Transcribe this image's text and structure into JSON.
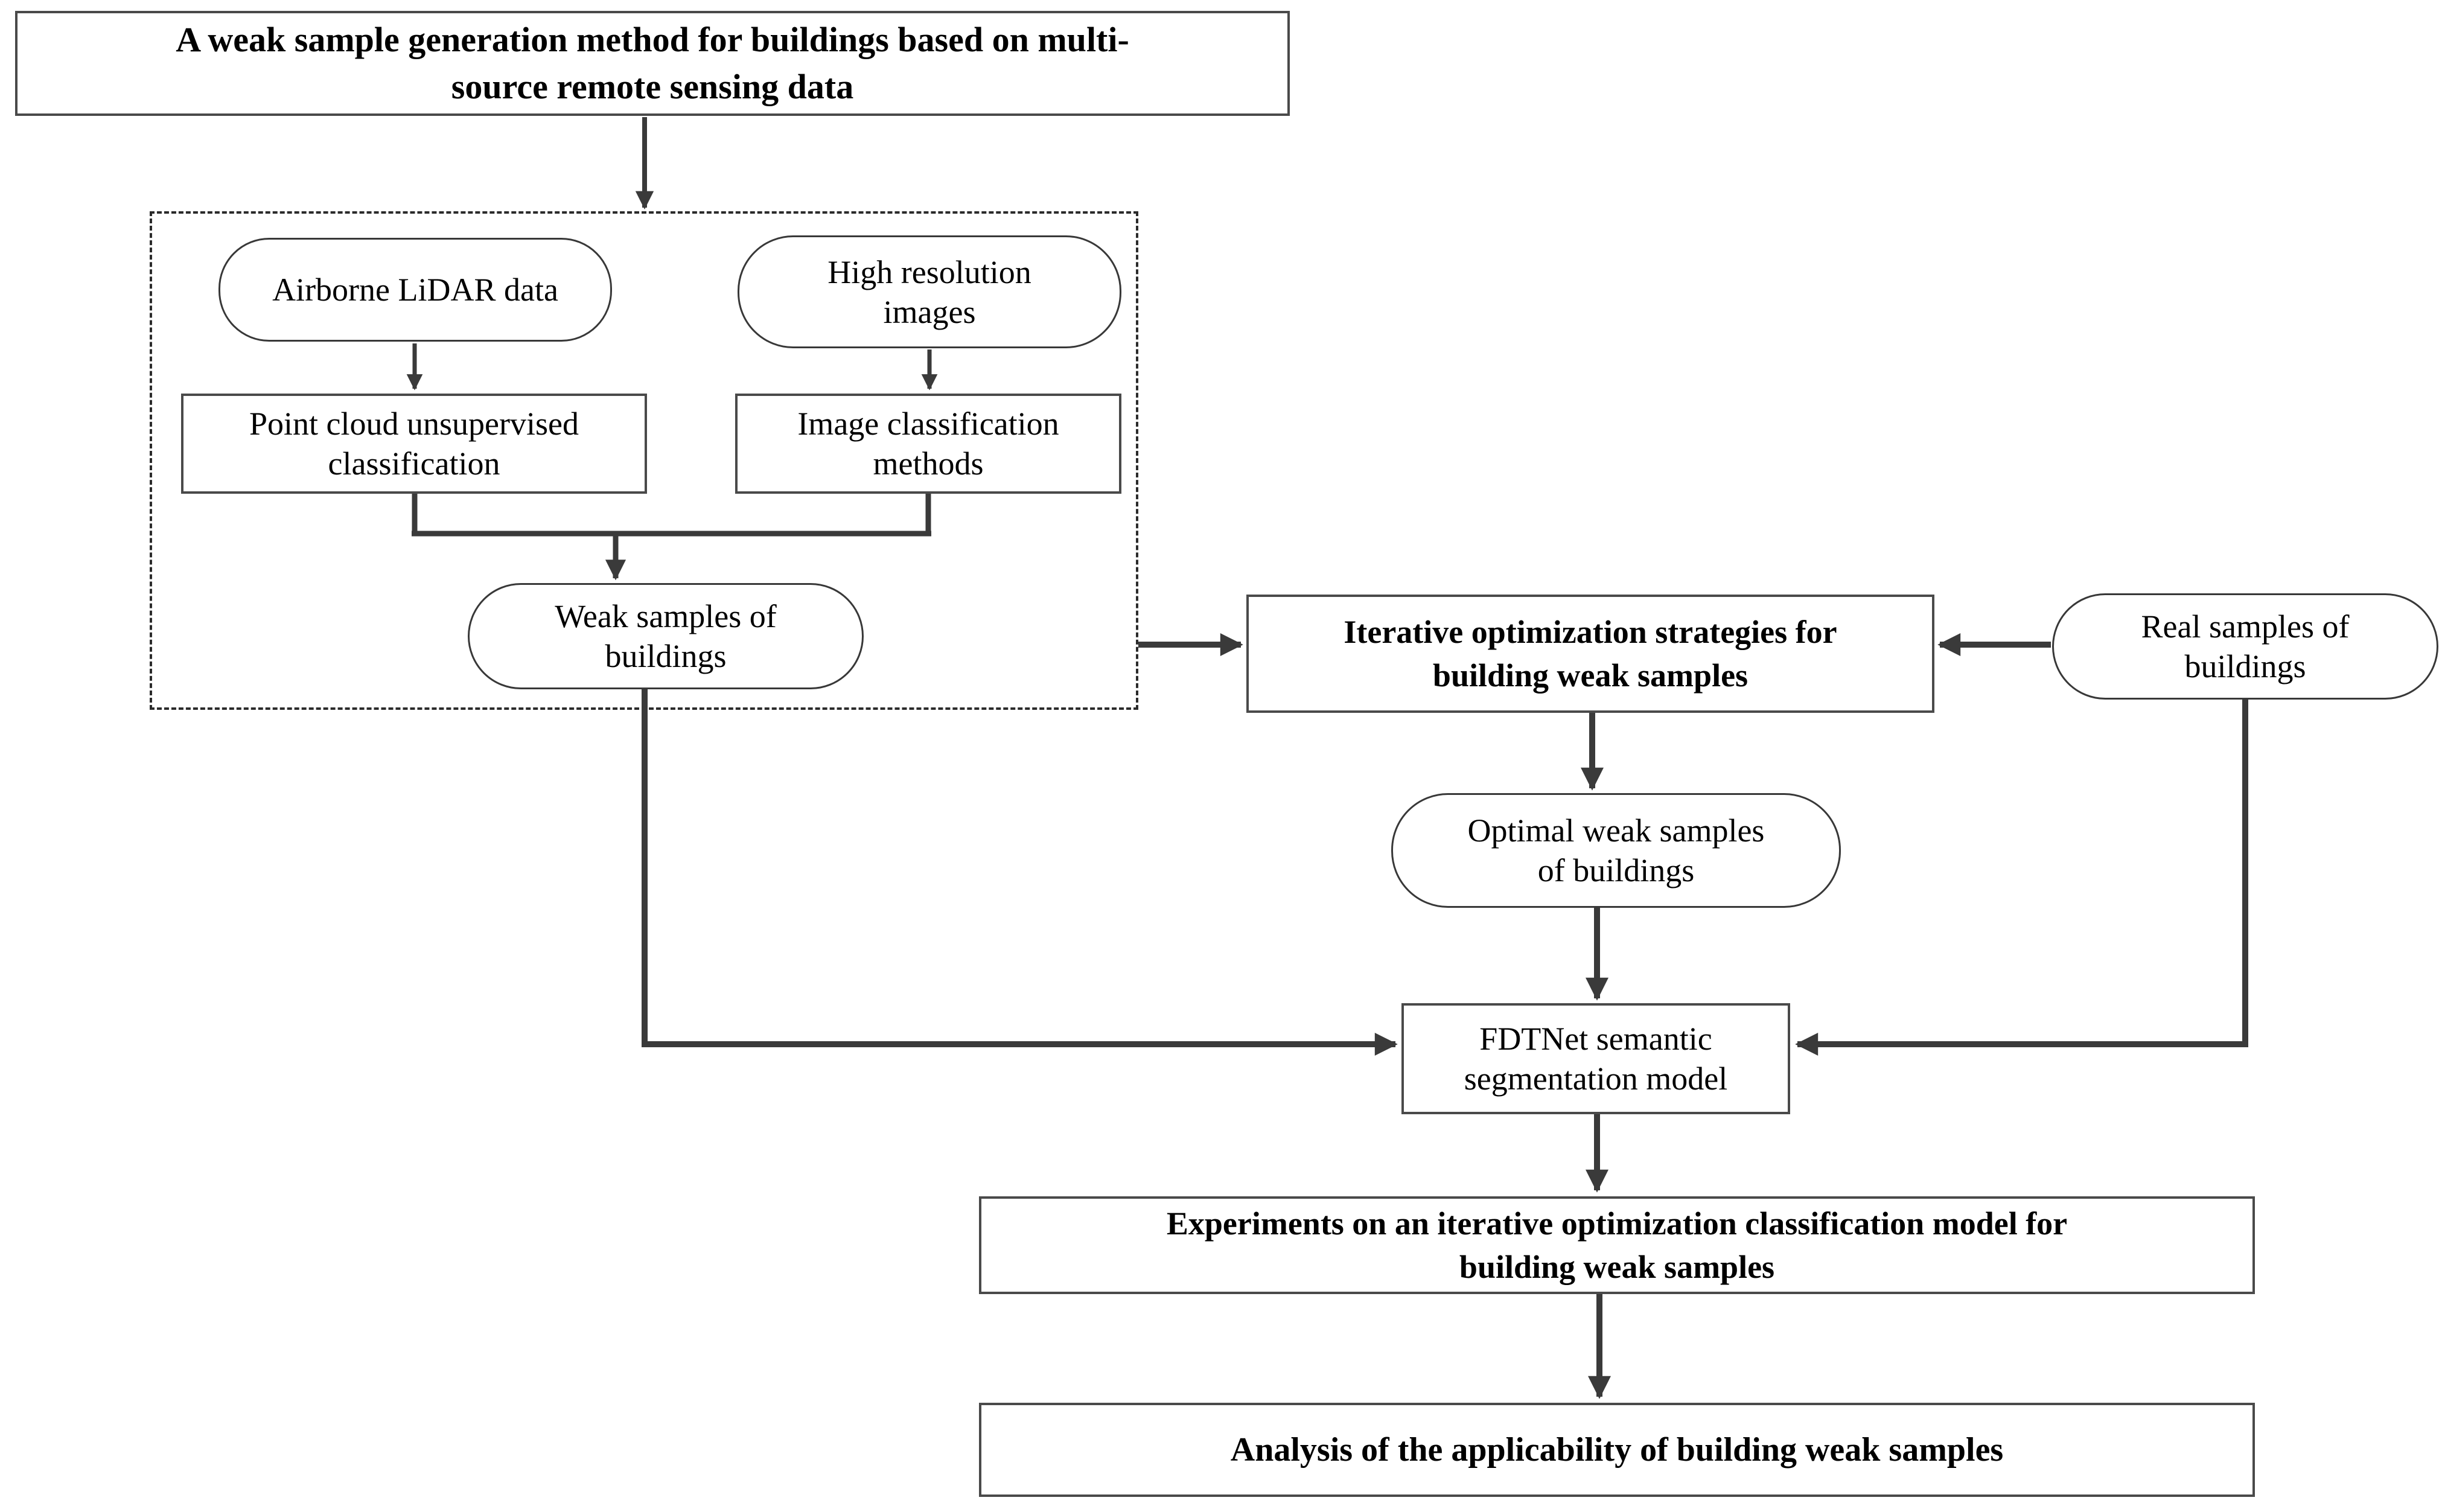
{
  "diagram": {
    "title": {
      "label": [
        "A weak sample generation method for buildings based on multi-",
        "source remote sensing data"
      ]
    },
    "generation_group": {
      "airborne_lidar": {
        "label": "Airborne LiDAR data"
      },
      "high_resolution": {
        "label": [
          "High resolution",
          "images"
        ]
      },
      "point_cloud": {
        "label": [
          "Point cloud unsupervised",
          "classification"
        ]
      },
      "image_classification": {
        "label": [
          "Image classification",
          "methods"
        ]
      },
      "weak_samples": {
        "label": [
          "Weak samples of",
          "buildings"
        ]
      }
    },
    "iterative_optimization": {
      "label": [
        "Iterative optimization strategies for",
        "building weak samples"
      ]
    },
    "real_samples": {
      "label": [
        "Real samples of",
        "buildings"
      ]
    },
    "optimal_weak_samples": {
      "label": [
        "Optimal weak samples",
        "of buildings"
      ]
    },
    "fdtnet_model": {
      "label": [
        "FDTNet semantic",
        "segmentation model"
      ]
    },
    "experiments": {
      "label": [
        "Experiments on an iterative optimization classification model for",
        "building weak samples"
      ]
    },
    "analysis": {
      "label": "Analysis of the applicability of building weak samples"
    },
    "colors": {
      "line": "#3a3a3a",
      "rect_border": "#4a4a4a",
      "rounded_border": "#383838",
      "dashed_border": "#2b2b2b",
      "text": "#000000",
      "background": "#ffffff"
    }
  }
}
